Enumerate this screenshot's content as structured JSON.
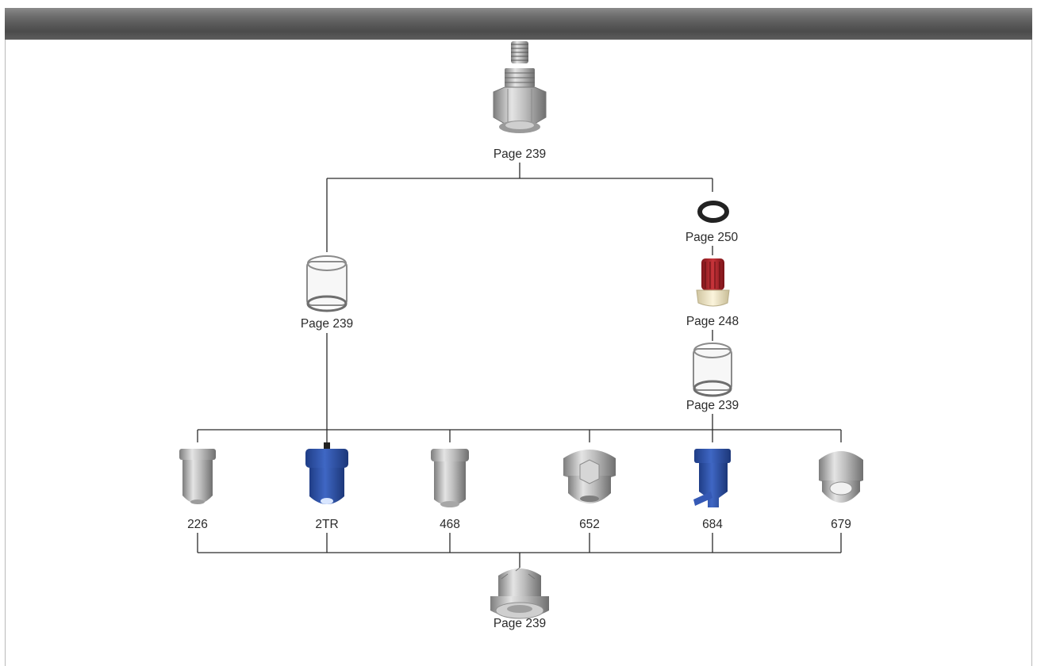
{
  "labels": {
    "body": "Page 239",
    "gasket": "Page 250",
    "strainer": "Page 248",
    "cap_left": "Page 239",
    "cap_right": "Page 239",
    "tip_226": "226",
    "tip_2tr": "2TR",
    "tip_468": "468",
    "tip_652": "652",
    "tip_684": "684",
    "tip_679": "679",
    "retainer": "Page 239"
  },
  "colors": {
    "pipe": "#5a5a5a",
    "line": "#2b2b2b",
    "steel": "#b8b8b8",
    "blue_tip": "#2f55a8",
    "red_screen": "#b3262c",
    "strainer_base": "#efe6c8",
    "gasket": "#222222"
  }
}
